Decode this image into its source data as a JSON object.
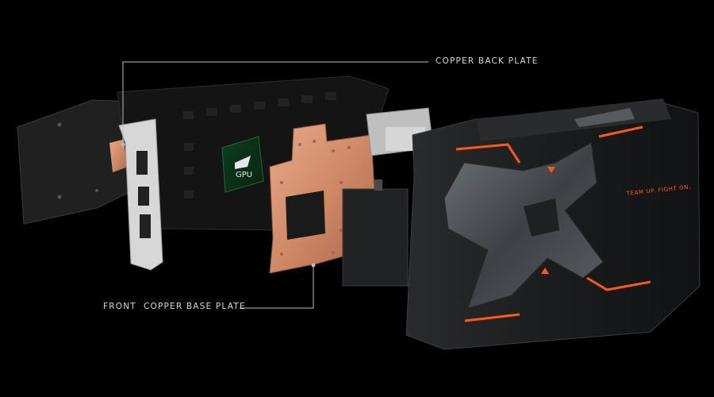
{
  "callouts": {
    "back_plate": "COPPER BACK PLATE",
    "front_plate": "FRONT  COPPER BASE PLATE"
  },
  "chip": {
    "label": "GPU"
  },
  "shroud": {
    "slogan": "TEAM UP. FIGHT ON."
  },
  "colors": {
    "background": "#000000",
    "copper": "#d08a66",
    "accent": "#ff5a1a",
    "pcb": "#121212",
    "shroud": "#1e1f21",
    "leader_line": "#bdbdbd"
  }
}
